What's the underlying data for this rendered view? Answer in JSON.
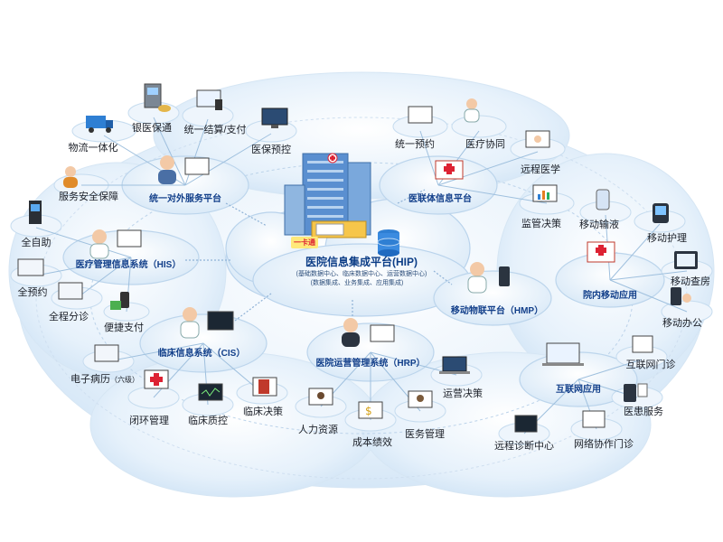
{
  "center": {
    "title": "医院信息集成平台(HIP)",
    "sub1": "(基础数据中心、临床数据中心、运营数据中心)",
    "sub2": "(数据集成、业务集成、应用集成)",
    "card": "一卡通"
  },
  "hubs": {
    "unified": "统一对外服务平台",
    "hospital_alliance": "医联体信息平台",
    "his": "医疗管理信息系统（HIS）",
    "cis": "临床信息系统（CIS）",
    "hrp": "医院运营管理系统（HRP）",
    "hmp": "移动物联平台（HMP）",
    "mobile_app": "院内移动应用",
    "internet_app": "互联网应用"
  },
  "labels": {
    "logistics": "物流一体化",
    "bank_medical": "银医保通",
    "unified_settlement": "统一结算/支付",
    "insurance_control": "医保预控",
    "service_security": "服务安全保障",
    "self_service": "全自助",
    "full_appointment": "全预约",
    "full_triage": "全程分诊",
    "convenient_payment": "便捷支付",
    "emr": "电子病历",
    "emr_level": "（六级）",
    "closed_loop": "闭环管理",
    "clinical_qc": "临床质控",
    "clinical_decision": "临床决策",
    "human_resources": "人力资源",
    "cost_performance": "成本绩效",
    "medical_affairs": "医务管理",
    "operation_decision": "运营决策",
    "unified_appointment": "统一预约",
    "medical_collaboration": "医疗协同",
    "telemedicine": "远程医学",
    "supervision_decision": "监管决策",
    "mobile_infusion": "移动输液",
    "mobile_nursing": "移动护理",
    "mobile_rounds": "移动查房",
    "mobile_office": "移动办公",
    "internet_clinic": "互联网门诊",
    "patient_service": "医患服务",
    "remote_diagnosis_center": "远程诊断中心",
    "network_clinic": "网络协作门诊"
  },
  "colors": {
    "cloud_fill": "#e8f2fb",
    "cloud_edge": "#c9dff2",
    "hub_text": "#123f8a",
    "accent_blue": "#2f7fd3",
    "accent_red": "#d23"
  }
}
